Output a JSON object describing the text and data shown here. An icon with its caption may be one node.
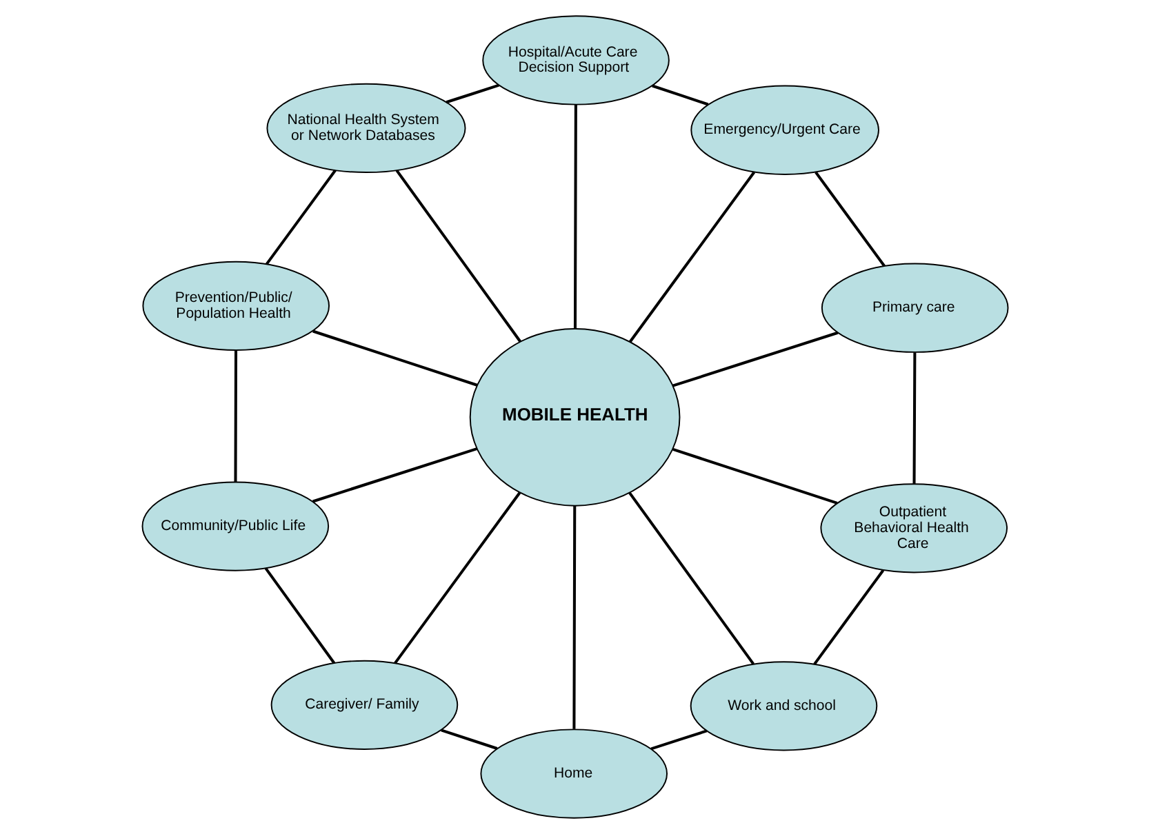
{
  "diagram": {
    "nodes": [
      {
        "text": [
          "National Health System or Network Databases"
        ]
      },
      {
        "text": [
          "Hospital/Acute Care Decision Support"
        ]
      },
      {
        "text": [
          "Emergency/Urgent Care"
        ]
      },
      {
        "text": [
          "Prevention/Public/ Population Health"
        ]
      },
      {
        "text": [
          "Primary care"
        ]
      },
      {
        "text": [
          "MOBILE HEALTH"
        ]
      },
      {
        "text": [
          "Community/Public Life"
        ]
      },
      {
        "text": [
          "Outpatient Behavioral Health Care"
        ]
      },
      {
        "text": [
          "Caregiver/ Family"
        ]
      },
      {
        "text": [
          "Home"
        ]
      },
      {
        "text": [
          "Work and school"
        ]
      }
    ],
    "edges": [
      {
        "from": 0,
        "to": 1,
        "arrow": "none"
      },
      {
        "from": 1,
        "to": 2,
        "arrow": "none"
      },
      {
        "from": 0,
        "to": 3,
        "arrow": "none"
      },
      {
        "from": 2,
        "to": 4,
        "arrow": "none"
      },
      {
        "from": 0,
        "to": 5,
        "arrow": "none"
      },
      {
        "from": 1,
        "to": 5,
        "arrow": "none"
      },
      {
        "from": 2,
        "to": 5,
        "arrow": "none"
      },
      {
        "from": 3,
        "to": 5,
        "arrow": "none"
      },
      {
        "from": 4,
        "to": 5,
        "arrow": "none"
      },
      {
        "from": 3,
        "to": 6,
        "arrow": "none"
      },
      {
        "from": 4,
        "to": 7,
        "arrow": "none"
      },
      {
        "from": 6,
        "to": 5,
        "arrow": "none"
      },
      {
        "from": 5,
        "to": 7,
        "arrow": "none"
      },
      {
        "from": 6,
        "to": 8,
        "arrow": "none"
      },
      {
        "from": 7,
        "to": 10,
        "arrow": "none"
      },
      {
        "from": 8,
        "to": 5,
        "arrow": "none"
      },
      {
        "from": 5,
        "to": 9,
        "arrow": "none"
      },
      {
        "from": 5,
        "to": 10,
        "arrow": "none"
      },
      {
        "from": 8,
        "to": 9,
        "arrow": "none"
      },
      {
        "from": 9,
        "to": 10,
        "arrow": "none"
      }
    ]
  }
}
